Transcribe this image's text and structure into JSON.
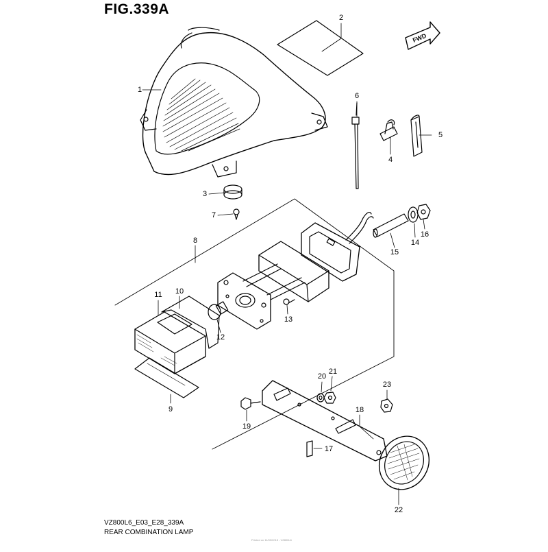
{
  "figure": {
    "title": "FIG.339A",
    "footer_code": "VZ800L6_E03_E28_339A",
    "footer_name": "REAR COMBINATION LAMP",
    "footer_small": "Printed on 11/09/2015 - VZ800L6"
  },
  "fwd_label": "FWD",
  "parts": [
    {
      "id": "p1",
      "num": "1"
    },
    {
      "id": "p2",
      "num": "2"
    },
    {
      "id": "p3",
      "num": "3"
    },
    {
      "id": "p4",
      "num": "4"
    },
    {
      "id": "p5",
      "num": "5"
    },
    {
      "id": "p6",
      "num": "6"
    },
    {
      "id": "p7",
      "num": "7"
    },
    {
      "id": "p8",
      "num": "8"
    },
    {
      "id": "p9",
      "num": "9"
    },
    {
      "id": "p10",
      "num": "10"
    },
    {
      "id": "p11",
      "num": "11"
    },
    {
      "id": "p12",
      "num": "12"
    },
    {
      "id": "p13",
      "num": "13"
    },
    {
      "id": "p14",
      "num": "14"
    },
    {
      "id": "p15",
      "num": "15"
    },
    {
      "id": "p16",
      "num": "16"
    },
    {
      "id": "p17",
      "num": "17"
    },
    {
      "id": "p18",
      "num": "18"
    },
    {
      "id": "p19",
      "num": "19"
    },
    {
      "id": "p20",
      "num": "20"
    },
    {
      "id": "p21",
      "num": "21"
    },
    {
      "id": "p22",
      "num": "22"
    },
    {
      "id": "p23",
      "num": "23"
    }
  ]
}
